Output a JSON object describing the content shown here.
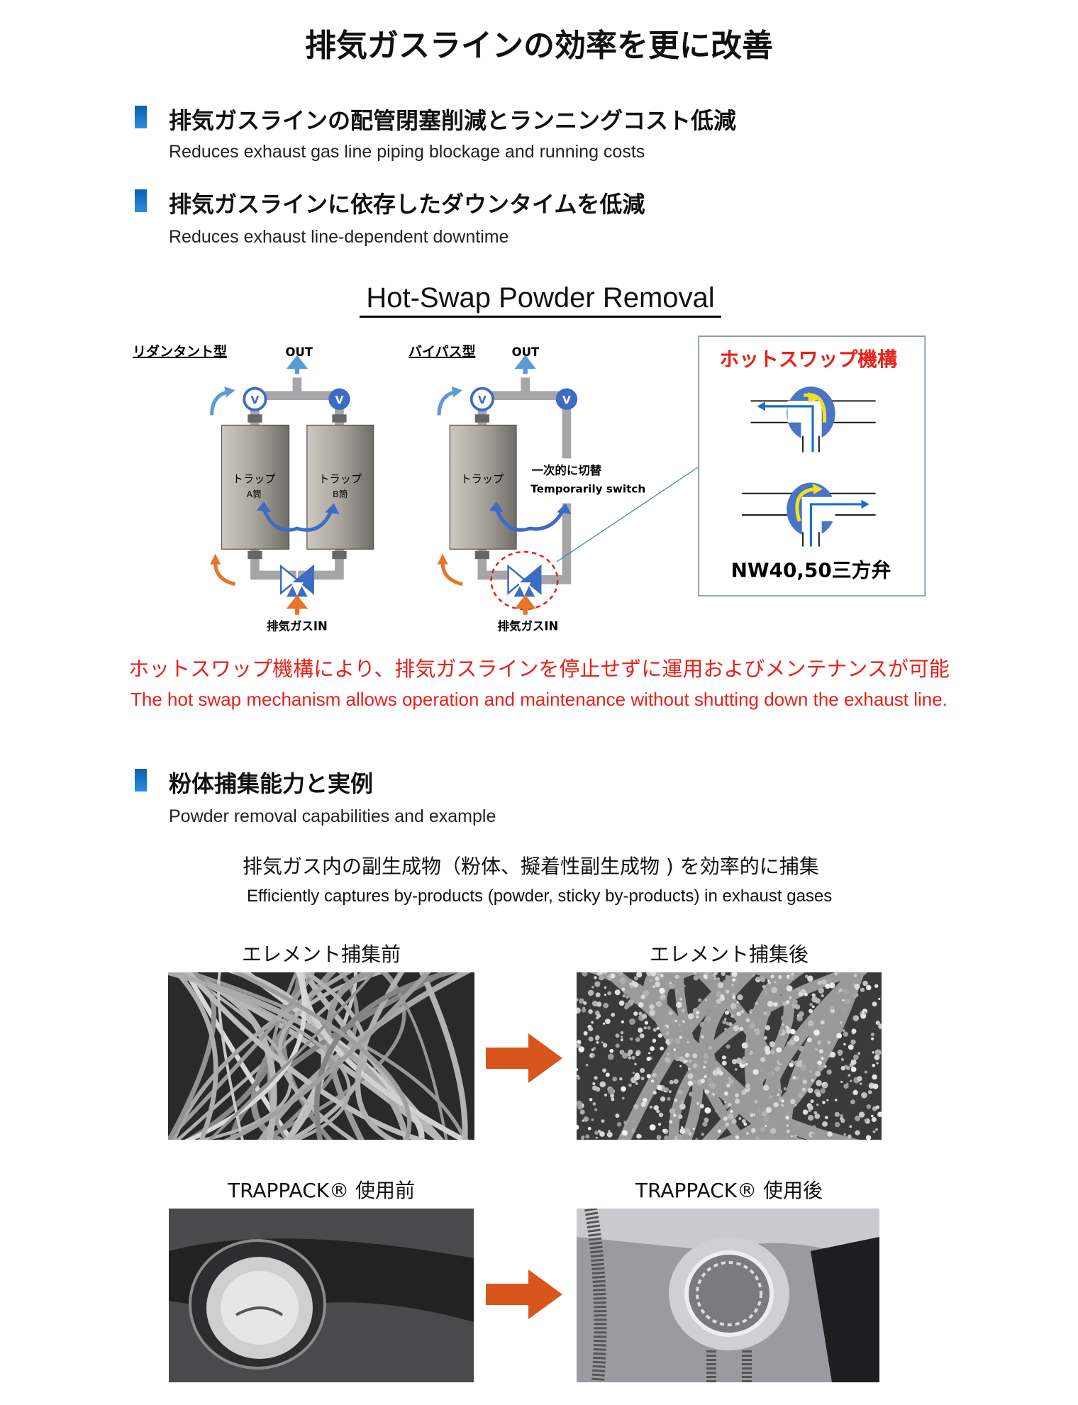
{
  "title": "排気ガスラインの効率を更に改善",
  "bullets": [
    {
      "jp": "排気ガスラインの配管閉塞削減とランニングコスト低減",
      "en": "Reduces exhaust gas line piping blockage and running costs"
    },
    {
      "jp": "排気ガスラインに依存したダウンタイムを低減",
      "en": "Reduces exhaust line-dependent downtime"
    }
  ],
  "hotswap": {
    "title": "Hot-Swap Powder Removal",
    "redundant": {
      "label": "リダンタント型",
      "out": "OUT",
      "valve": "V",
      "trap_a": "トラップ",
      "trap_a_sub": "A筒",
      "trap_b": "トラップ",
      "trap_b_sub": "B筒",
      "inlet": "排気ガスIN"
    },
    "bypass": {
      "label": "バイパス型",
      "out": "OUT",
      "valve": "V",
      "trap": "トラップ",
      "switch_jp": "一次的に切替",
      "switch_en": "Temporarily switch",
      "inlet": "排気ガスIN"
    },
    "mechanism": {
      "title": "ホットスワップ機構",
      "valve_name": "NW40,50三方弁"
    },
    "note_jp": "ホットスワップ機構により、排気ガスラインを停止せずに運用およびメンテナンスが可能",
    "note_en": "The hot swap mechanism allows operation and maintenance without shutting down the exhaust line."
  },
  "powder": {
    "jp": "粉体捕集能力と実例",
    "en": "Powder removal capabilities and example",
    "lead_jp": "排気ガス内の副生成物（粉体、擬着性副生成物 ) を効率的に捕集",
    "lead_en": "Efficiently captures by-products (powder, sticky by-products) in exhaust gases",
    "element_before": "エレメント捕集前",
    "element_after": "エレメント捕集後",
    "trappack_before": "TRAPPACK® 使用前",
    "trappack_after": "TRAPPACK® 使用後"
  },
  "colors": {
    "accent": "#e8201a",
    "blue": "#3d6cc4",
    "orange": "#e8742a",
    "arrow": "#d8561c"
  }
}
